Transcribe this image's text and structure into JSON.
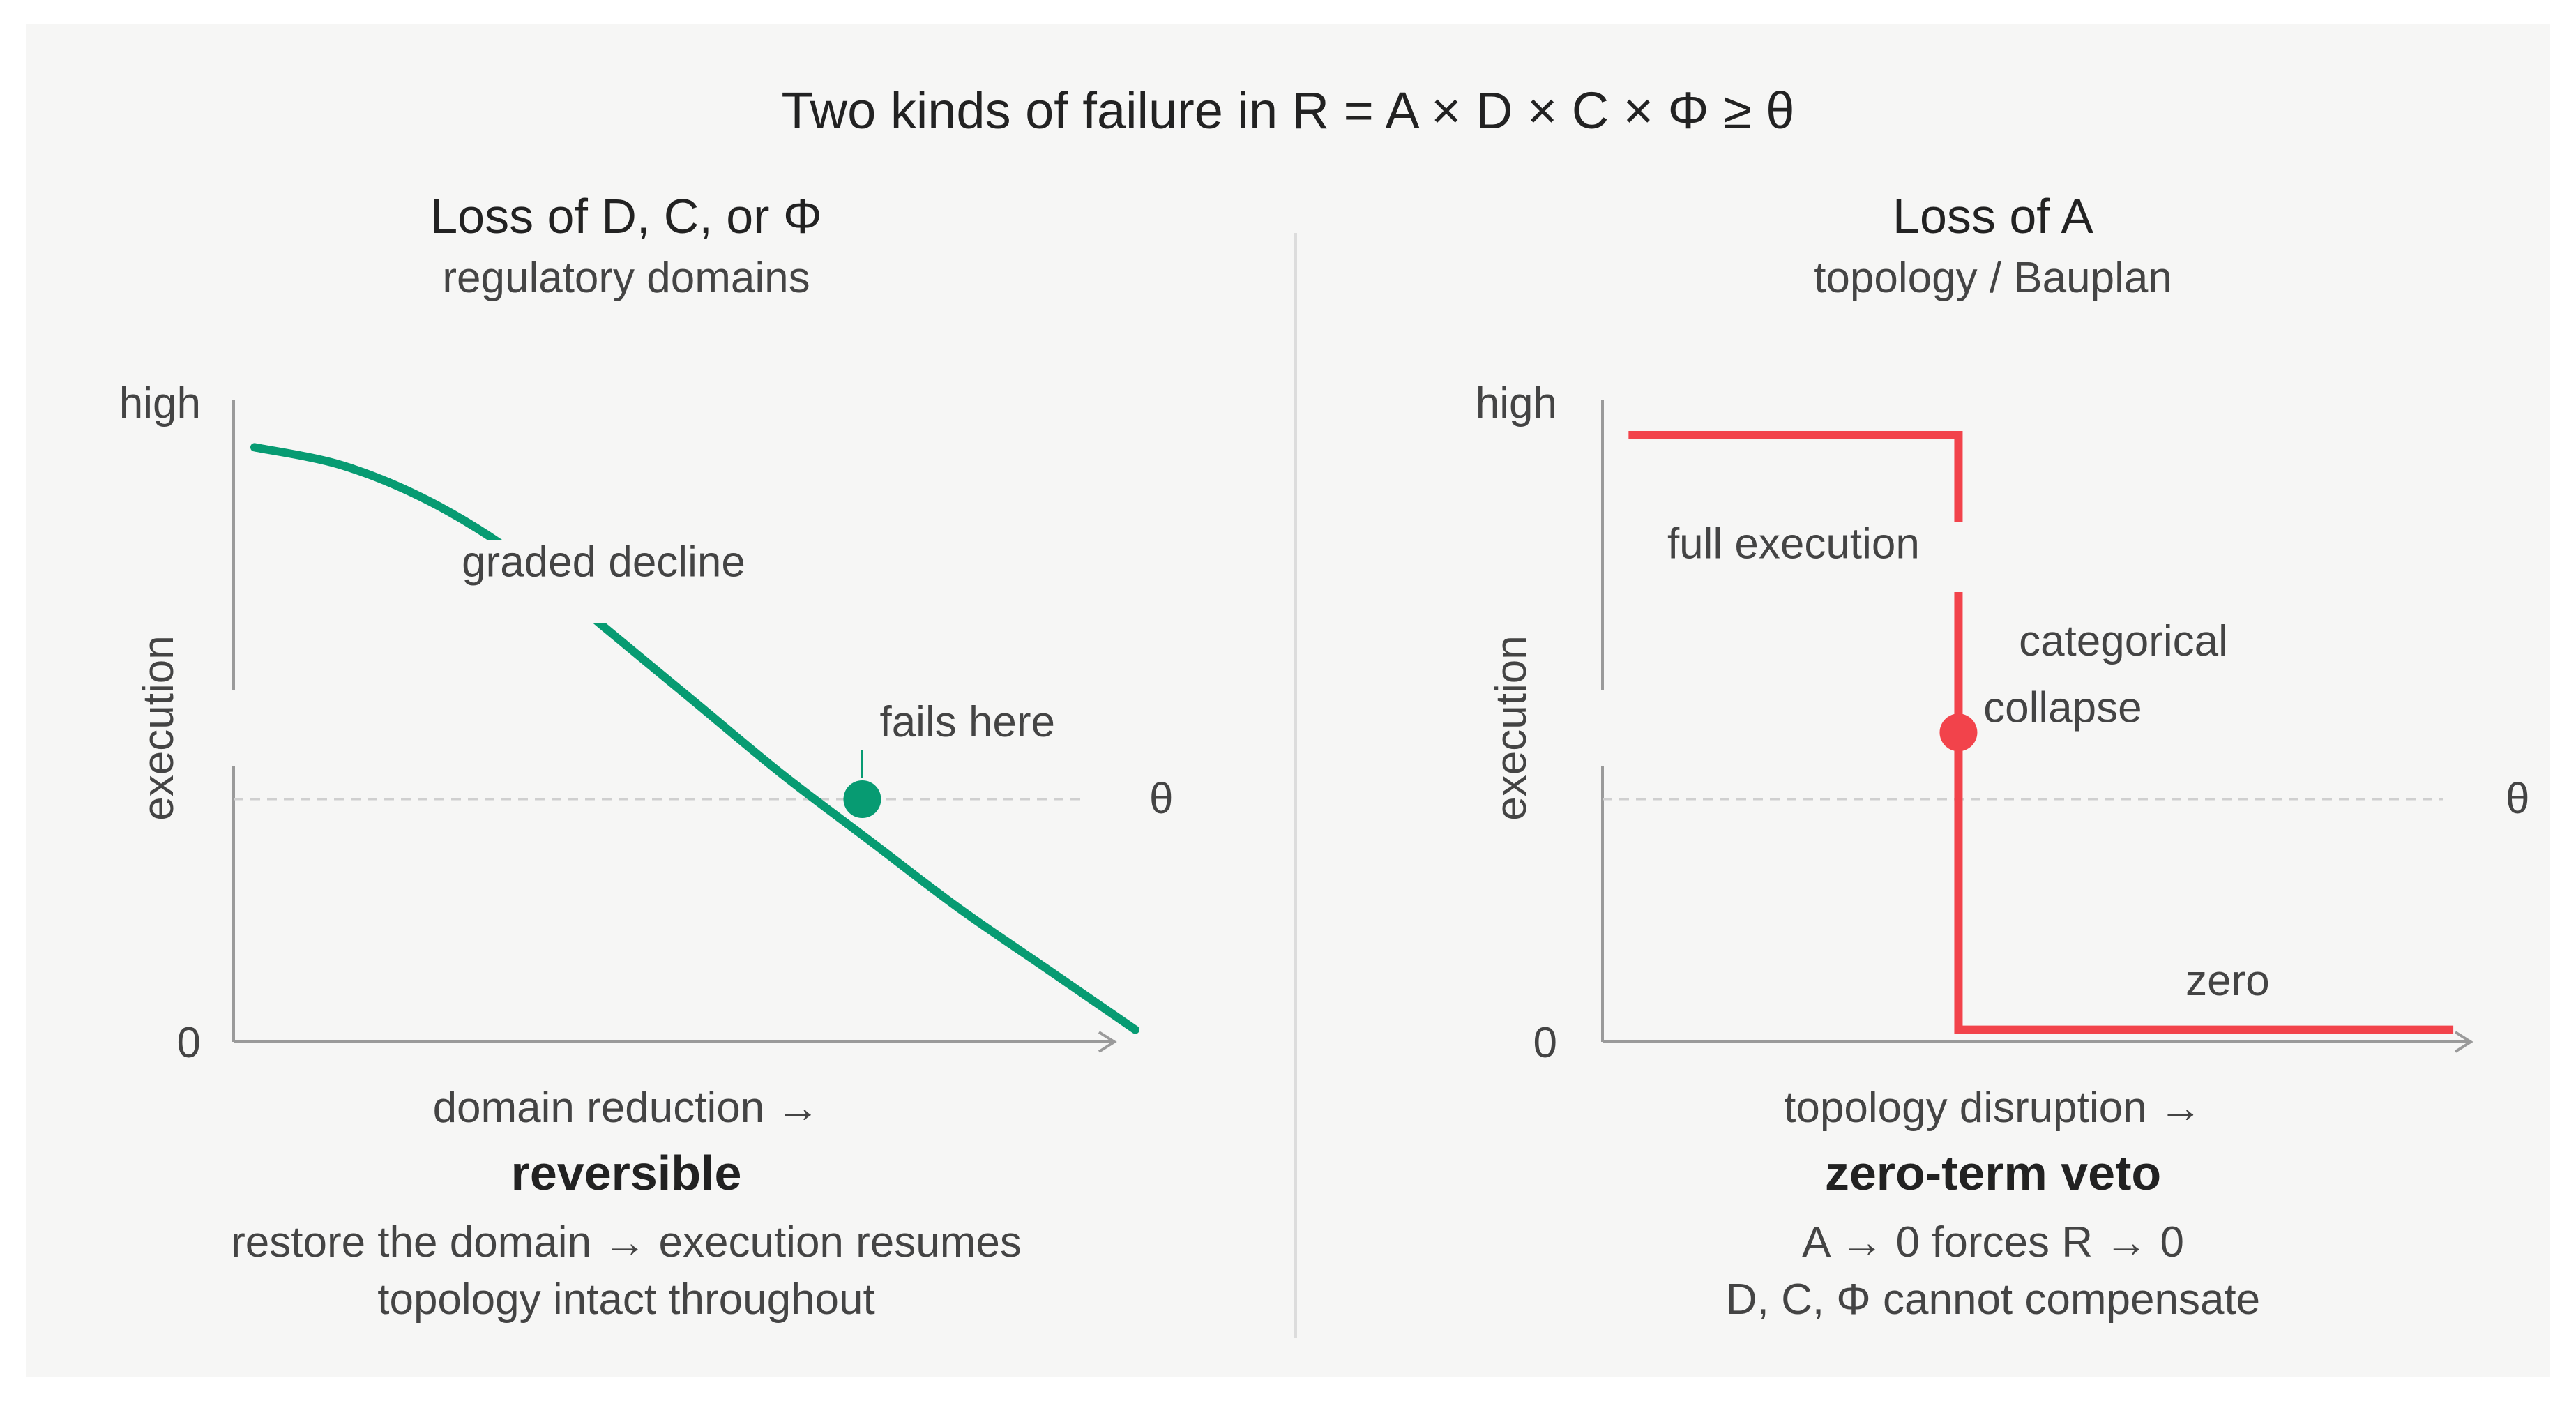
{
  "title": "Two kinds of failure in R = A × D × C × Φ ≥ θ",
  "colors": {
    "green": "#079b72",
    "red": "#f2434b",
    "axis": "#9a9a9a",
    "text": "#222222",
    "muted": "#444444"
  },
  "chart_data": [
    {
      "type": "line",
      "title": "Loss of D, C, or Φ",
      "subtitle": "regulatory domains",
      "xlabel": "domain reduction →",
      "ylabel": "execution",
      "y_ticks": [
        "0",
        "high"
      ],
      "threshold_label": "θ",
      "xlim": [
        0,
        1
      ],
      "ylim": [
        0,
        1
      ],
      "threshold": 0.4,
      "series": [
        {
          "x": [
            0,
            0.1,
            0.2,
            0.3,
            0.4,
            0.5,
            0.6,
            0.7,
            0.8,
            0.9,
            1.0
          ],
          "y": [
            0.98,
            0.95,
            0.89,
            0.8,
            0.68,
            0.56,
            0.44,
            0.33,
            0.22,
            0.12,
            0.02
          ]
        }
      ],
      "marker": {
        "x": 0.69,
        "y": 0.4,
        "label": "fails here"
      },
      "annotations": [
        {
          "text": "graded decline",
          "x": 0.42,
          "y": 0.79
        }
      ],
      "verdict": "reversible",
      "notes": [
        "restore the domain → execution resumes",
        "topology intact throughout"
      ]
    },
    {
      "type": "line",
      "title": "Loss of A",
      "subtitle": "topology / Bauplan",
      "xlabel": "topology disruption →",
      "ylabel": "execution",
      "y_ticks": [
        "0",
        "high"
      ],
      "threshold_label": "θ",
      "xlim": [
        0,
        1
      ],
      "ylim": [
        0,
        1
      ],
      "threshold": 0.4,
      "series": [
        {
          "x": [
            0.03,
            0.41,
            0.41,
            0.98
          ],
          "y": [
            1.0,
            1.0,
            0.02,
            0.02
          ]
        }
      ],
      "marker": {
        "x": 0.41,
        "y": 0.51
      },
      "annotations": [
        {
          "text": "full execution",
          "x": 0.22,
          "y": 0.82
        },
        {
          "text": "categorical",
          "x": 0.6,
          "y": 0.66
        },
        {
          "text": "collapse",
          "x": 0.53,
          "y": 0.55
        },
        {
          "text": "zero",
          "x": 0.72,
          "y": 0.1
        }
      ],
      "verdict": "zero-term veto",
      "notes": [
        "A → 0 forces R → 0",
        "D, C, Φ cannot compensate"
      ]
    }
  ]
}
